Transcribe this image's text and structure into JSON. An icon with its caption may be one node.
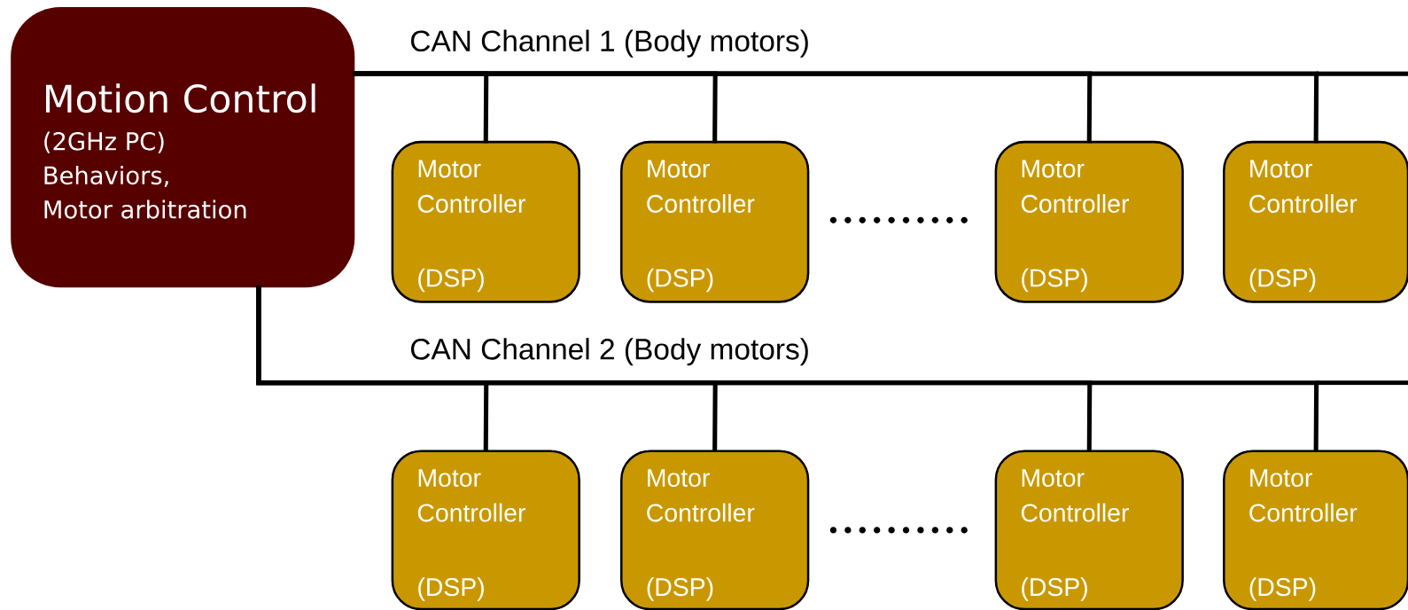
{
  "diagram": {
    "nodes": [
      {
        "text": [
          "Motion Control",
          "(2GHz PC)",
          "Behaviors,",
          "Motor arbitration"
        ]
      },
      {
        "text": [
          "Motor Controller",
          "(DSP)"
        ]
      },
      {
        "text": [
          "Motor Controller",
          "(DSP)"
        ]
      },
      {
        "text": [
          "Motor Controller",
          "(DSP)"
        ]
      },
      {
        "text": [
          "Motor Controller",
          "(DSP)"
        ]
      },
      {
        "text": [
          "Motor Controller",
          "(DSP)"
        ]
      },
      {
        "text": [
          "Motor Controller",
          "(DSP)"
        ]
      },
      {
        "text": [
          "Motor Controller",
          "(DSP)"
        ]
      },
      {
        "text": [
          "Motor Controller",
          "(DSP)"
        ]
      }
    ],
    "edges": [
      {
        "from": 0,
        "to": 1,
        "arrow": "none"
      },
      {
        "from": 0,
        "to": 2,
        "arrow": "none"
      },
      {
        "from": 0,
        "to": 3,
        "arrow": "none"
      },
      {
        "from": 0,
        "to": 4,
        "arrow": "none"
      },
      {
        "from": 0,
        "to": 5,
        "arrow": "none"
      },
      {
        "from": 0,
        "to": 6,
        "arrow": "none"
      },
      {
        "from": 0,
        "to": 7,
        "arrow": "none"
      },
      {
        "from": 0,
        "to": 8,
        "arrow": "none"
      }
    ],
    "labels": [
      "CAN Channel 1 (Body motors)",
      "CAN Channel 2 (Body motors)"
    ]
  }
}
